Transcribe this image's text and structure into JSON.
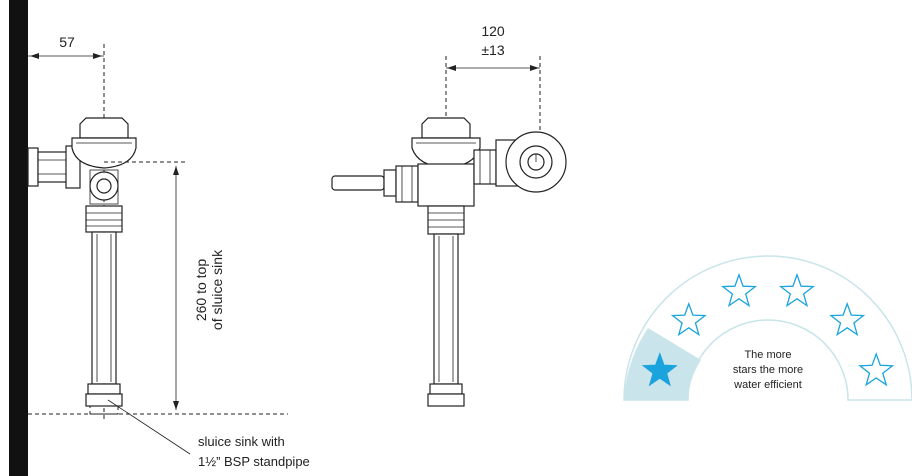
{
  "side_view": {
    "wall_offset_label": "57",
    "height_label_line1": "260 to top",
    "height_label_line2": "of sluice sink",
    "callout_line1": "sluice sink with",
    "callout_line2": "1½” BSP standpipe"
  },
  "front_view": {
    "handle_offset_label_line1": "120",
    "handle_offset_label_line2": "±13"
  },
  "water_rating": {
    "stars_total": 6,
    "stars_filled": 1,
    "text_line1": "The more",
    "text_line2": "stars the more",
    "text_line3": "water efficient",
    "filled_color": "#1aa3dd",
    "badge_color": "#c9e4ea",
    "icon": "star-icon"
  }
}
